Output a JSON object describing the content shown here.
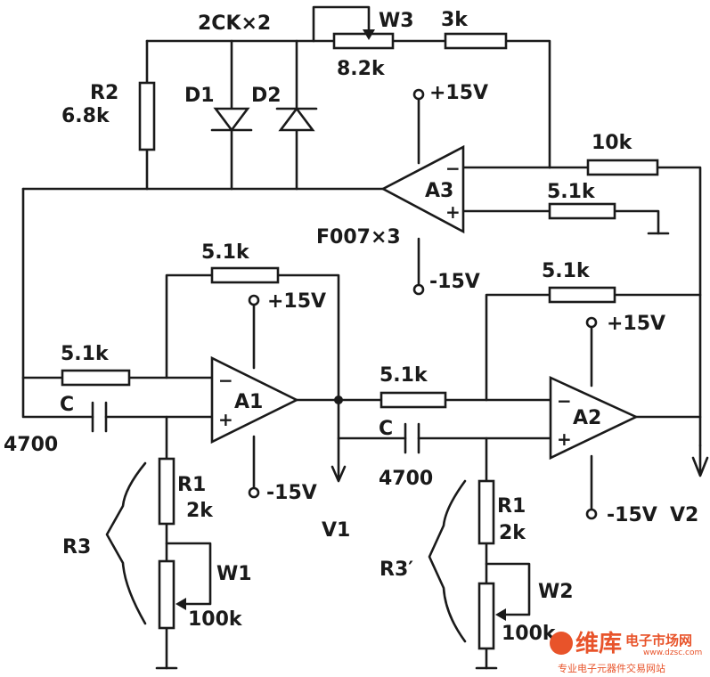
{
  "labels": {
    "diodes_type": "2CK×2",
    "w3": "W3",
    "w3_value": "8.2k",
    "r_3k": "3k",
    "r2": "R2",
    "r2_value": "6.8k",
    "d1": "D1",
    "d2": "D2",
    "opamp_type": "F007×3",
    "a1": "A1",
    "a2": "A2",
    "a3": "A3",
    "r_10k": "10k",
    "r_5k1": "5.1k",
    "c": "C",
    "c_value": "4700",
    "r1": "R1",
    "r1_value": "2k",
    "r3": "R3",
    "r3p": "R3′",
    "w1": "W1",
    "w2": "W2",
    "pot_value": "100k",
    "pos_supply": "+15V",
    "neg_supply": "-15V",
    "v1": "V1",
    "v2": "V2",
    "minus": "−",
    "plus": "+"
  },
  "watermark": {
    "brand": "维库",
    "market": "电子市场网",
    "url": "www.dzsc.com",
    "tagline": "专业电子元器件交易网站"
  }
}
